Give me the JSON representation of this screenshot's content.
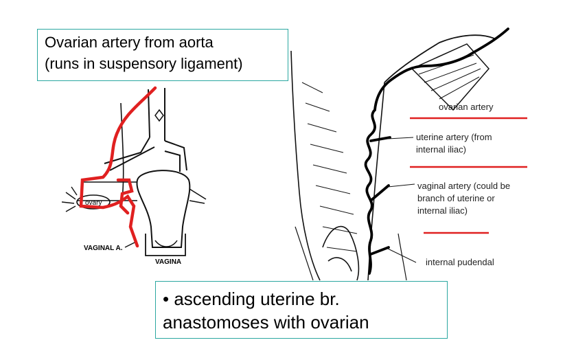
{
  "callouts": {
    "top_line1": "Ovarian artery from aorta",
    "top_line2": "(runs in suspensory ligament)",
    "bottom_line1": "• ascending uterine br.",
    "bottom_line2": "anastomoses with ovarian"
  },
  "left_figure": {
    "ovary_label": "ovary",
    "vaginal_artery_label": "VAGINAL A.",
    "vagina_label": "VAGINA"
  },
  "right_figure": {
    "ovarian_artery": "ovarian artery",
    "uterine_artery_1": "uterine artery (from",
    "uterine_artery_2": "internal iliac)",
    "vaginal_artery_1": "vaginal artery (could be",
    "vaginal_artery_2": "branch of uterine or",
    "vaginal_artery_3": "internal iliac)",
    "internal_pudendal": "internal pudendal"
  },
  "colors": {
    "highlight": "#e02020",
    "callout_border": "#2aa7a0",
    "ink": "#111111"
  }
}
